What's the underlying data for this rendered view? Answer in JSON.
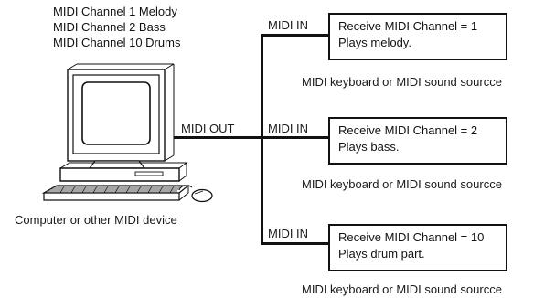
{
  "computer": {
    "channel_notes": [
      "MIDI Channel 1 Melody",
      "MIDI Channel 2 Bass",
      "MIDI Channel 10 Drums"
    ],
    "caption": "Computer or other MIDI device",
    "out_label": "MIDI OUT"
  },
  "receivers": [
    {
      "in_label": "MIDI IN",
      "line1": "Receive MIDI Channel = 1",
      "line2": "Plays melody.",
      "caption": "MIDI keyboard or MIDI sound sourcce"
    },
    {
      "in_label": "MIDI IN",
      "line1": "Receive MIDI Channel = 2",
      "line2": "Plays bass.",
      "caption": "MIDI keyboard or MIDI sound sourcce"
    },
    {
      "in_label": "MIDI IN",
      "line1": "Receive MIDI Channel = 10",
      "line2": "Plays drum part.",
      "caption": "MIDI keyboard or MIDI sound sourcce"
    }
  ],
  "colors": {
    "line": "#111111",
    "computer_fill": "#ffffff",
    "screen_fill": "#e8e8e8"
  },
  "icons": [
    "computer-icon",
    "keyboard-icon",
    "mouse-icon"
  ]
}
